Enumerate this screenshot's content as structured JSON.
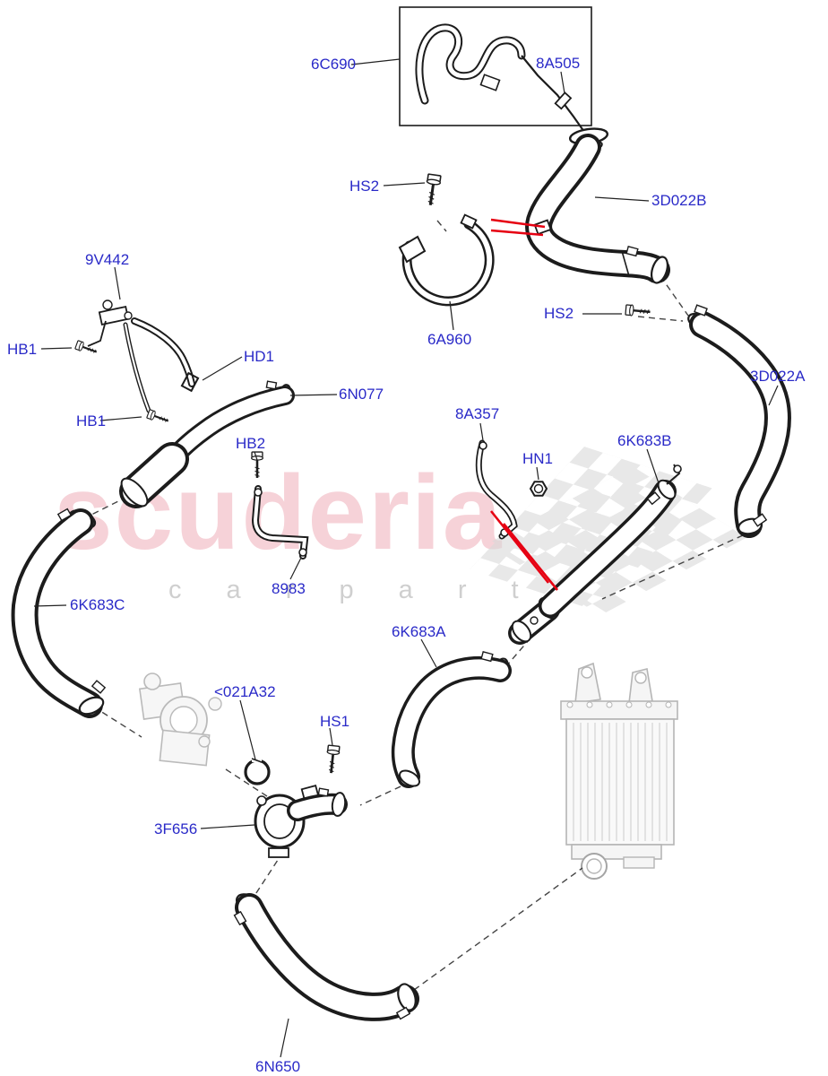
{
  "page": {
    "background": "#ffffff"
  },
  "watermark": {
    "brand": "scuderia",
    "tagline": "c a r   p a r t s",
    "brand_color": "#f0aeb9",
    "tagline_color": "#cfcfcf"
  },
  "colors": {
    "label_text": "#2a2ac8",
    "line_art": "#1c1c1c",
    "highlight_red": "#e60012",
    "ghost_part_gray": "#a3a3a3"
  },
  "labels": [
    {
      "id": "6C690",
      "text": "6C690"
    },
    {
      "id": "8A505",
      "text": "8A505"
    },
    {
      "id": "hs2-top",
      "text": "HS2"
    },
    {
      "id": "3D022B",
      "text": "3D022B"
    },
    {
      "id": "9V442",
      "text": "9V442"
    },
    {
      "id": "hb1-upper",
      "text": "HB1"
    },
    {
      "id": "HD1",
      "text": "HD1"
    },
    {
      "id": "6N077",
      "text": "6N077"
    },
    {
      "id": "hs2-right",
      "text": "HS2"
    },
    {
      "id": "6A960",
      "text": "6A960"
    },
    {
      "id": "3D022A",
      "text": "3D022A"
    },
    {
      "id": "hb1-lower",
      "text": "HB1"
    },
    {
      "id": "8A357",
      "text": "8A357"
    },
    {
      "id": "HB2",
      "text": "HB2"
    },
    {
      "id": "HN1",
      "text": "HN1"
    },
    {
      "id": "6K683B",
      "text": "6K683B"
    },
    {
      "id": "8983",
      "text": "8983"
    },
    {
      "id": "6K683C",
      "text": "6K683C"
    },
    {
      "id": "6K683A",
      "text": "6K683A"
    },
    {
      "id": "021A32",
      "text": "<021A32"
    },
    {
      "id": "HS1",
      "text": "HS1"
    },
    {
      "id": "3F656",
      "text": "3F656"
    },
    {
      "id": "6N650",
      "text": "6N650"
    }
  ]
}
